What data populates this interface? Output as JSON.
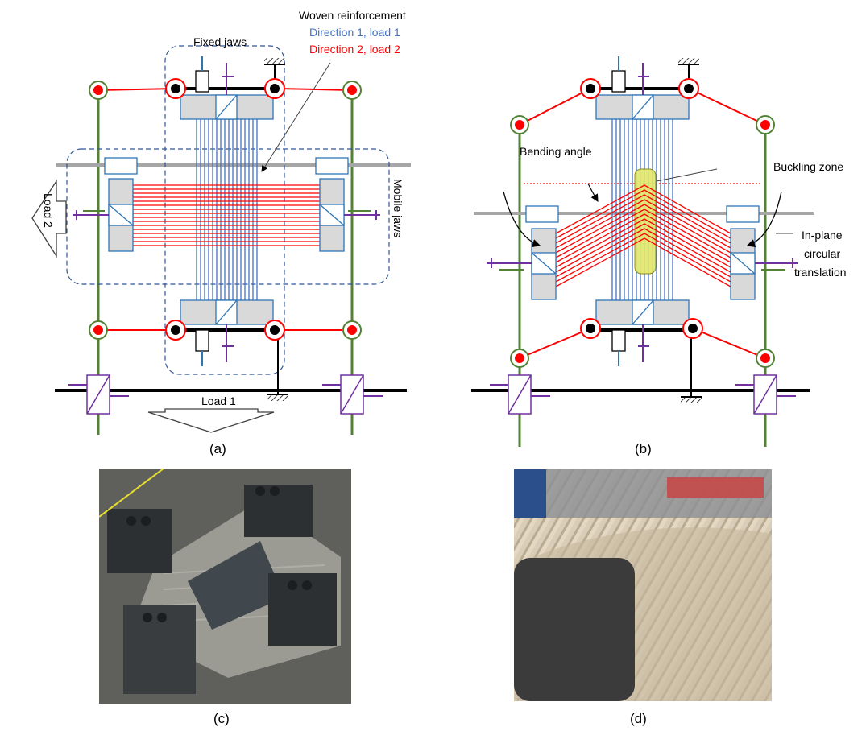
{
  "labels": {
    "woven_reinforcement": "Woven reinforcement",
    "direction1": "Direction 1, load 1",
    "direction2": "Direction 2, load 2",
    "fixed_jaws": "Fixed jaws",
    "mobile_jaws": "Mobile jaws",
    "load2": "Load 2",
    "load1": "Load 1",
    "bending_angle": "Bending angle",
    "buckling_zone": "Buckling zone",
    "inplane_1": "In-plane",
    "inplane_2": "circular",
    "inplane_3": "translation"
  },
  "captions": {
    "a": "(a)",
    "b": "(b)",
    "c": "(c)",
    "d": "(d)"
  },
  "colors": {
    "direction1": "#4472c4",
    "direction2": "#ff0000",
    "frame": "#548235",
    "slider": "#7030a0",
    "jaw_fill": "#d9d9d9",
    "jaw_stroke": "#2e75b6",
    "buckling_fill": "#e2e66b",
    "dash_box": "#2f5597"
  }
}
